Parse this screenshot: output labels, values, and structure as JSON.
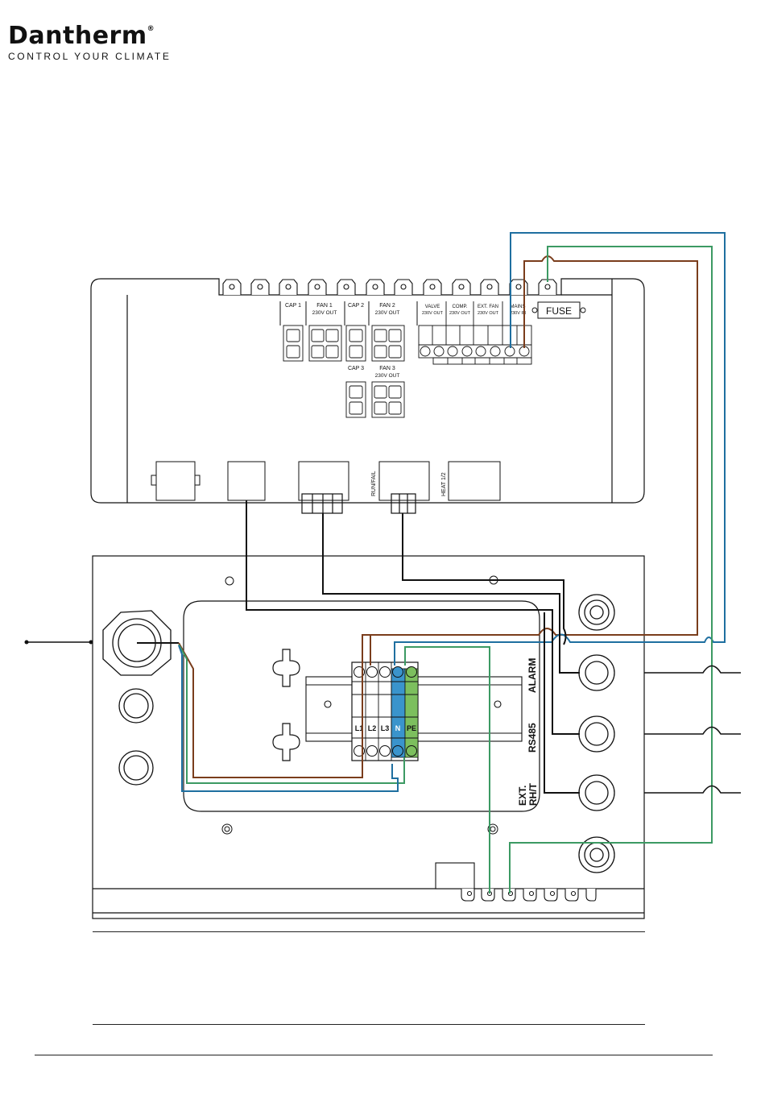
{
  "brand": {
    "name": "Dantherm",
    "reg": "®",
    "tagline": "CONTROL YOUR CLIMATE"
  },
  "controller": {
    "labels": {
      "cap1": "CAP 1",
      "fan1_a": "FAN 1",
      "fan1_b": "230V OUT",
      "cap2": "CAP 2",
      "fan2_a": "FAN 2",
      "fan2_b": "230V OUT",
      "valve_a": "VALVE",
      "valve_b": "230V OUT",
      "comp_a": "COMP.",
      "comp_b": "230V OUT",
      "extfan_a": "EXT. FAN",
      "extfan_b": "230V OUT",
      "mains_a": "MAINS",
      "mains_b": "230V IN",
      "cap3": "CAP 3",
      "fan3_a": "FAN 3",
      "fan3_b": "230V OUT",
      "fuse": "FUSE",
      "runfail": "RUN/FAIL",
      "heat": "HEAT 1/2"
    }
  },
  "terminal": {
    "l1": "L1",
    "l2": "L2",
    "l3": "L3",
    "n": "N",
    "pe": "PE"
  },
  "ports": {
    "alarm": "ALARM",
    "rs485": "RS485",
    "ext_a": "EXT.",
    "ext_b": "RH/T"
  },
  "colors": {
    "brown": "#7a3d1c",
    "blue": "#1f6fa0",
    "green": "#3c9a63",
    "black": "#111111",
    "n_block": "#3a94cc",
    "pe_block": "#7cbf5e"
  }
}
